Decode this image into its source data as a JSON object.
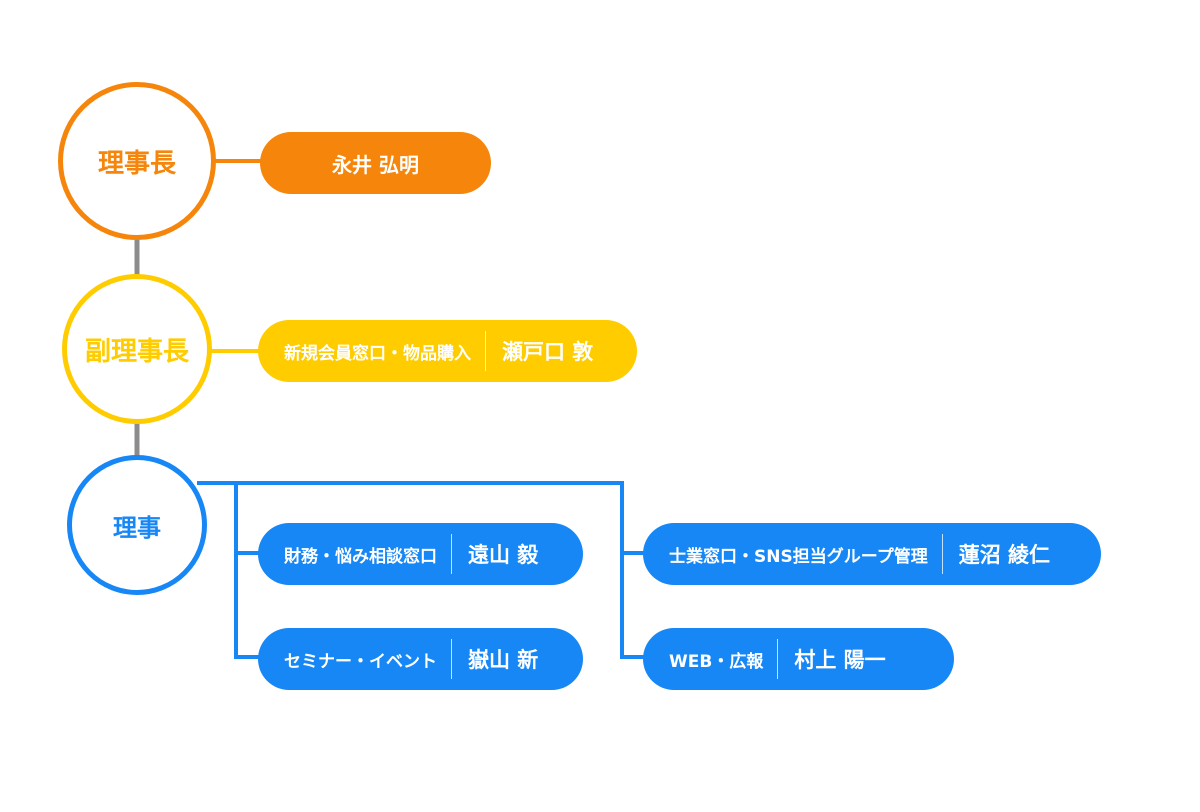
{
  "colors": {
    "chair": "#F5860B",
    "vice_chair": "#FFCC00",
    "director": "#1787F5",
    "connector": "#8C8C8C"
  },
  "chairman": {
    "role": "理事長",
    "name": "永井 弘明"
  },
  "vice_chairman": {
    "role": "副理事長",
    "duty": "新規会員窓口・物品購入",
    "name": "瀬戸口 敦"
  },
  "director": {
    "role": "理事",
    "members": [
      {
        "duty": "財務・悩み相談窓口",
        "name": "遠山 毅"
      },
      {
        "duty": "セミナー・イベント",
        "name": "嶽山 新"
      },
      {
        "duty": "士業窓口・SNS担当グループ管理",
        "name": "蓮沼 綾仁"
      },
      {
        "duty": "WEB・広報",
        "name": "村上 陽一"
      }
    ]
  }
}
